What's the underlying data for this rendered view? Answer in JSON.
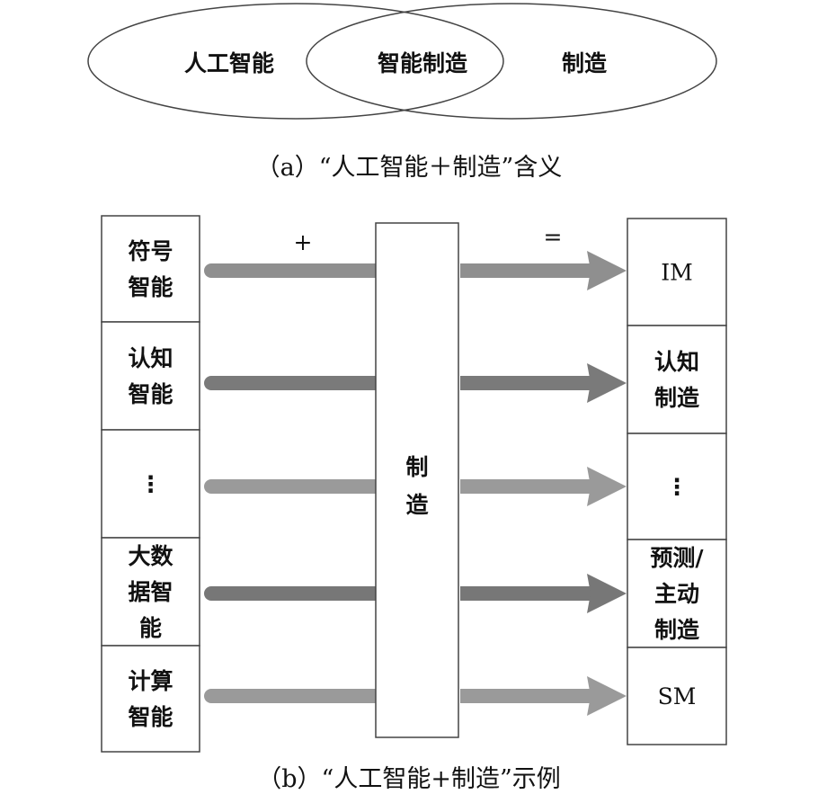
{
  "part_a": {
    "left_label": "人工智能",
    "middle_label": "智能制造",
    "right_label": "制造",
    "caption": "（a）“人工智能＋制造”含义"
  },
  "part_b": {
    "plus_sign": "+",
    "equals_sign": "=",
    "center_label": [
      "制",
      "造"
    ],
    "left_items": [
      [
        "符号",
        "智能"
      ],
      [
        "认知",
        "智能"
      ],
      [
        "⋮"
      ],
      [
        "大数",
        "据智",
        "能"
      ],
      [
        "计算",
        "智能"
      ]
    ],
    "right_items": [
      [
        "IM"
      ],
      [
        "认知",
        "制造"
      ],
      [
        "⋮"
      ],
      [
        "预测/",
        "主动",
        "制造"
      ],
      [
        "SM"
      ]
    ],
    "arrow_colors": [
      "#8f8f8f",
      "#7a7a7a",
      "#9a9a9a",
      "#777777",
      "#9a9a9a"
    ],
    "caption": "（b）“人工智能+制造”示例"
  }
}
